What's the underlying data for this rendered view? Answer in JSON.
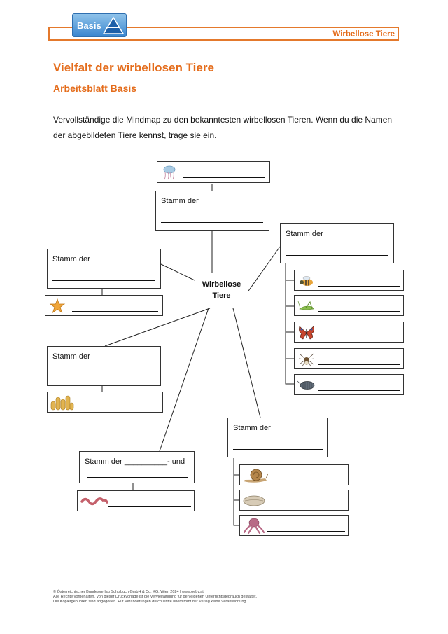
{
  "header": {
    "logo_text": "Basis",
    "topic": "Wirbellose Tiere"
  },
  "title": "Vielfalt der wirbellosen Tiere",
  "subtitle": "Arbeitsblatt Basis",
  "instructions": "Vervollständige die Mindmap zu den bekanntesten wirbellosen Tieren. Wenn du die Namen der abgebildeten Tiere kennst, trage sie ein.",
  "mindmap": {
    "center": {
      "line1": "Wirbellose",
      "line2": "Tiere"
    },
    "stamm_label": "Stamm der",
    "stamm_und_label": "Stamm der __________- und",
    "animals": [
      "jellyfish",
      "bee",
      "grasshopper",
      "butterfly",
      "spider",
      "woodlouse",
      "starfish",
      "sponge",
      "worm",
      "snail",
      "mussel",
      "octopus"
    ]
  },
  "footer": {
    "line1": "© Österreichischer Bundesverlag Schulbuch GmbH & Co. KG, Wien 2024 | www.oebv.at",
    "line2": "Alle Rechte vorbehalten. Von dieser Druckvorlage ist die Vervielfältigung für den eigenen Unterrichtsgebrauch gestattet.",
    "line3": "Die Kopiergebühren sind abgegolten. Für Veränderungen durch Dritte übernimmt der Verlag keine Verantwortung."
  }
}
